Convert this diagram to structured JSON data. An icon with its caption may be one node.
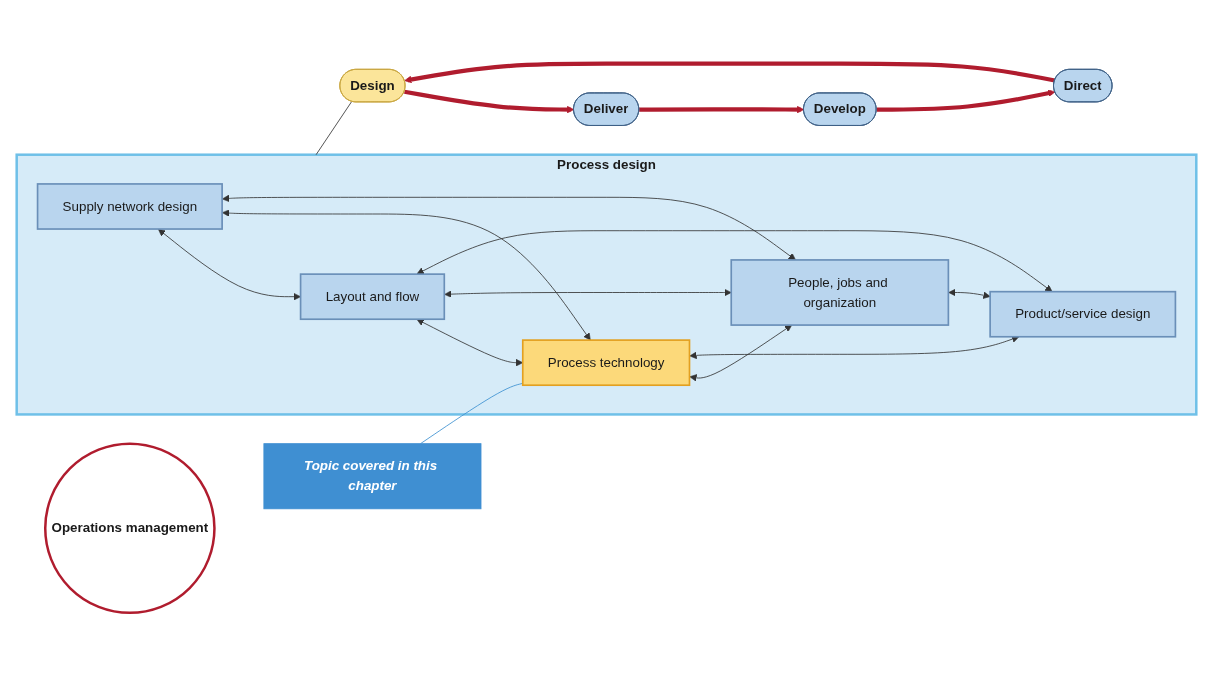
{
  "diagram": {
    "nodes": [
      {
        "text": [
          "Process design"
        ]
      },
      {
        "text": [
          "Supply network design"
        ],
        "in": 0
      },
      {
        "text": [
          "Layout and flow"
        ],
        "in": 0
      },
      {
        "text": [
          "Process technology"
        ],
        "in": 0
      },
      {
        "text": [
          "People, jobs and organization"
        ],
        "in": 0
      },
      {
        "text": [
          "Product/service design"
        ],
        "in": 0
      },
      {
        "text": [
          "Design"
        ]
      },
      {
        "text": [
          "Direct"
        ]
      },
      {
        "text": [
          "Develop"
        ]
      },
      {
        "text": [
          "Deliver"
        ]
      },
      {
        "text": [
          "Operations management"
        ]
      },
      {
        "text": [
          "Topic covered in this chapter"
        ]
      }
    ],
    "edges": [
      {
        "from": 1,
        "to": 2,
        "arrow": "both"
      },
      {
        "from": 1,
        "to": 3,
        "arrow": "both"
      },
      {
        "from": 1,
        "to": 4,
        "arrow": "both"
      },
      {
        "from": 2,
        "to": 3,
        "arrow": "both"
      },
      {
        "from": 2,
        "to": 4,
        "arrow": "both"
      },
      {
        "from": 2,
        "to": 5,
        "arrow": "both"
      },
      {
        "from": 3,
        "to": 4,
        "arrow": "both"
      },
      {
        "from": 3,
        "to": 5,
        "arrow": "both"
      },
      {
        "from": 4,
        "to": 5,
        "arrow": "both"
      },
      {
        "from": 0,
        "to": 6,
        "arrow": "none"
      },
      {
        "from": 7,
        "to": 6,
        "arrow": "to",
        "style": "thick",
        "color": "#b01c2e"
      },
      {
        "from": 6,
        "to": 9,
        "arrow": "to",
        "style": "thick",
        "color": "#b01c2e"
      },
      {
        "from": 9,
        "to": 8,
        "arrow": "to",
        "style": "thick",
        "color": "#b01c2e"
      },
      {
        "from": 8,
        "to": 7,
        "arrow": "to",
        "style": "thick",
        "color": "#b01c2e"
      },
      {
        "from": 11,
        "to": 3,
        "arrow": "none",
        "color": "#3a8fd0"
      }
    ]
  }
}
